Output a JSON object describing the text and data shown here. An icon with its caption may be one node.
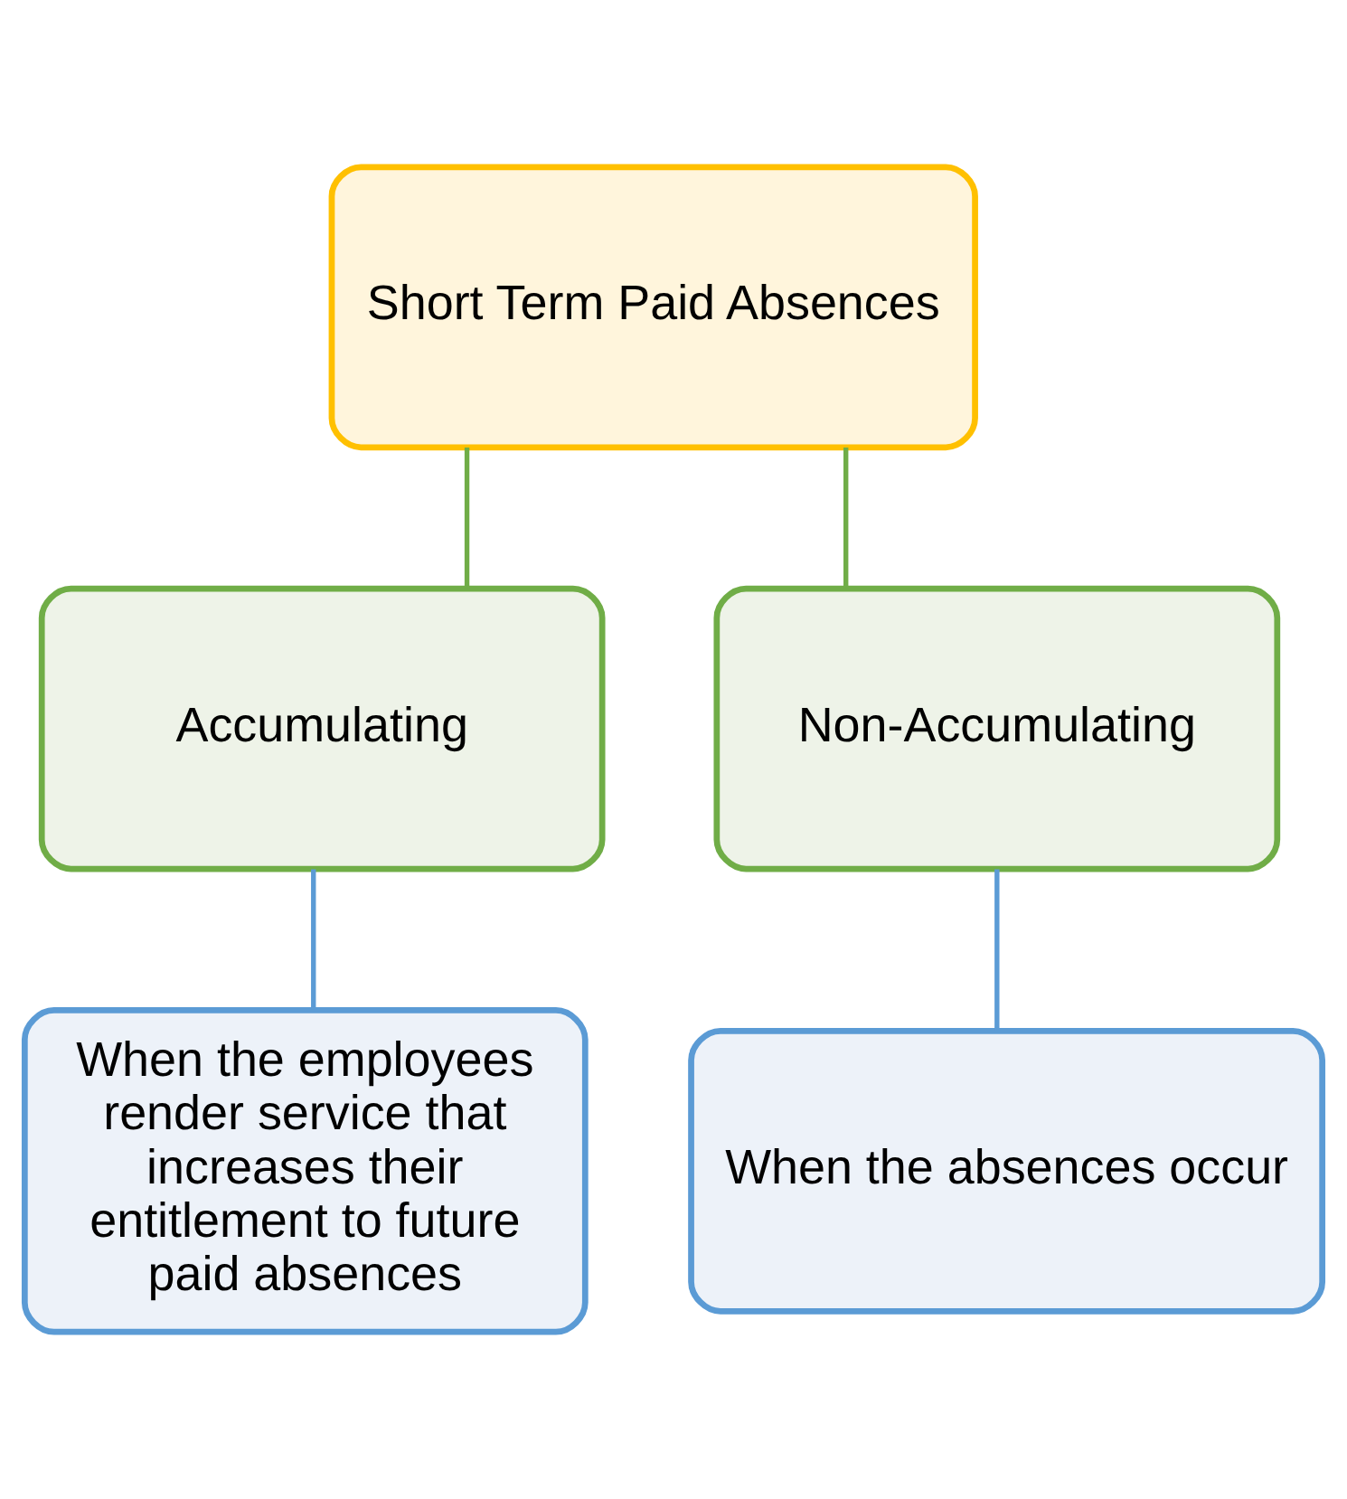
{
  "diagram": {
    "nodes": [
      {
        "text": [
          "Short Term Paid Absences"
        ]
      },
      {
        "text": [
          "Accumulating"
        ]
      },
      {
        "text": [
          "Non-Accumulating"
        ]
      },
      {
        "text": [
          "When the employees render service that increases their entitlement to future paid absences"
        ]
      },
      {
        "text": [
          "When the absences occur"
        ]
      }
    ],
    "edges": [
      {
        "from": 0,
        "to": 1,
        "arrow": "none",
        "color": "#70ad47"
      },
      {
        "from": 0,
        "to": 2,
        "arrow": "none",
        "color": "#70ad47"
      },
      {
        "from": 1,
        "to": 3,
        "arrow": "none",
        "color": "#5b9bd5"
      },
      {
        "from": 2,
        "to": 4,
        "arrow": "none",
        "color": "#5b9bd5"
      }
    ]
  }
}
